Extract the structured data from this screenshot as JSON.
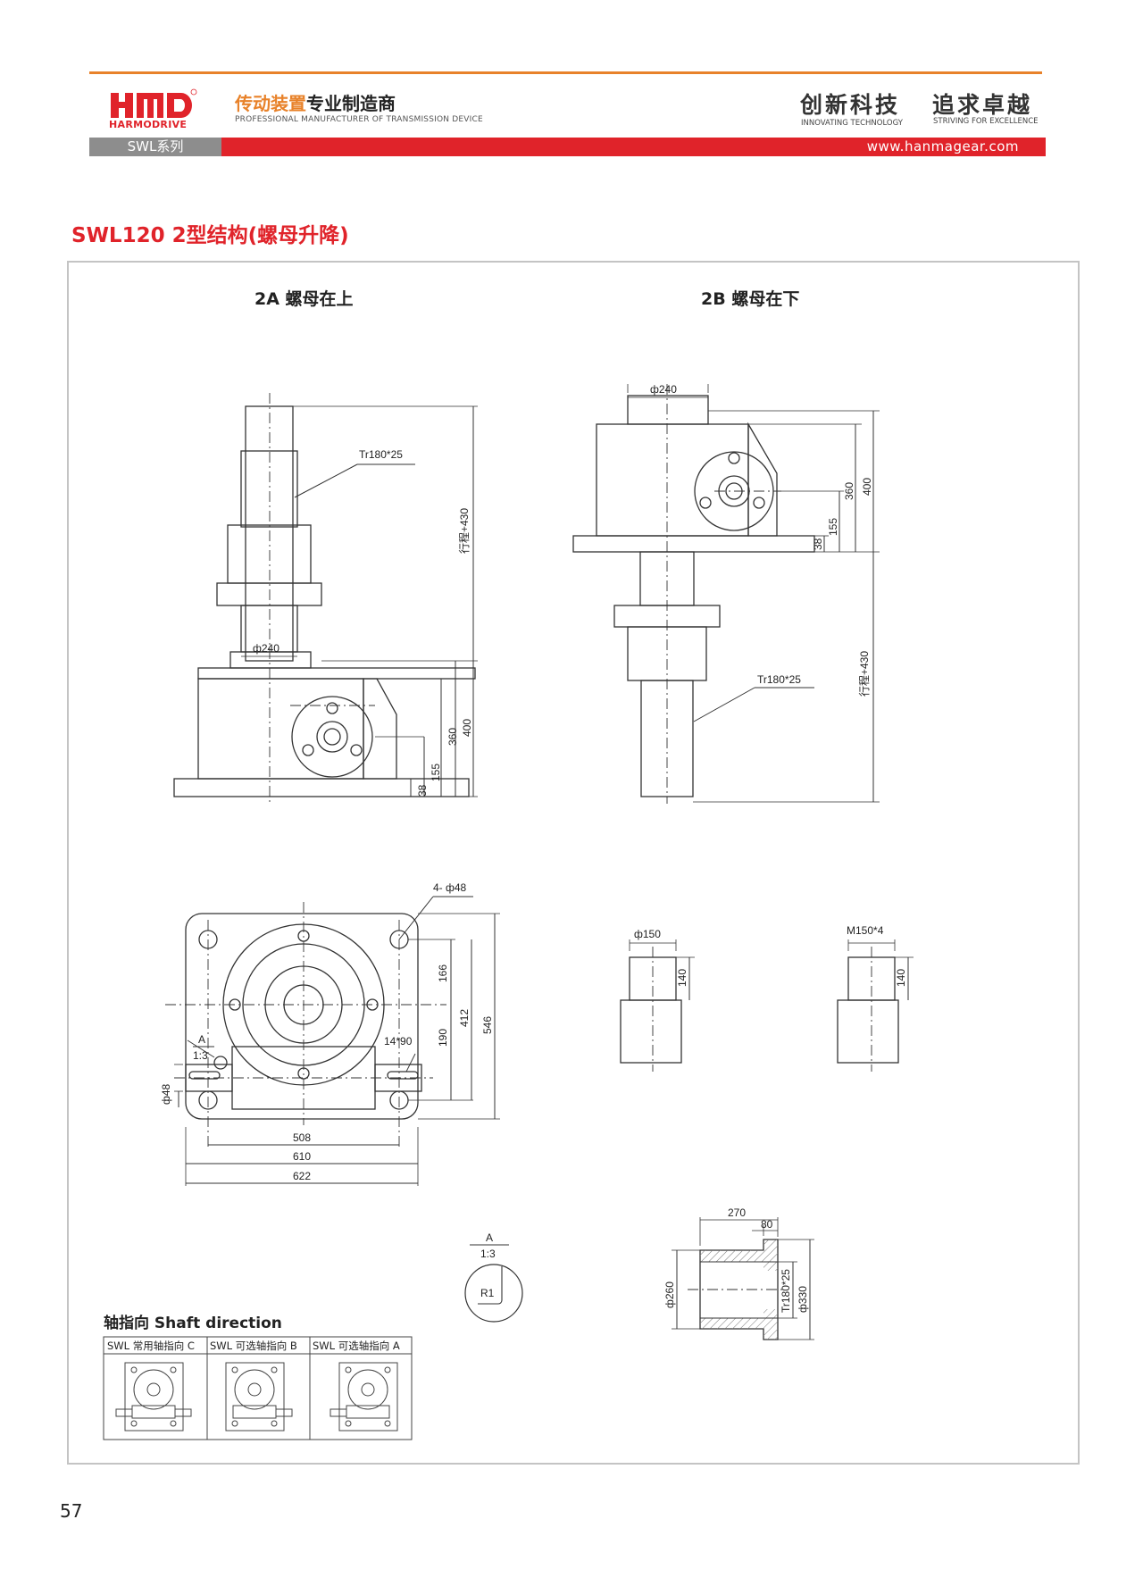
{
  "header": {
    "logo_sub": "HARMODRIVE",
    "tagline_cn_a": "传动装置",
    "tagline_cn_b": "专业制造商",
    "tagline_en": "PROFESSIONAL MANUFACTURER OF TRANSMISSION DEVICE",
    "slogan1": "创新科技",
    "slogan1_en": "INNOVATING TECHNOLOGY",
    "slogan2": "追求卓越",
    "slogan2_en": "STRIVING FOR EXCELLENCE",
    "series": "SWL系列",
    "website": "www.hanmagear.com",
    "colors": {
      "accent_orange": "#e8822a",
      "brand_red": "#e0232a",
      "tab_gray": "#8d8d8d"
    }
  },
  "page": {
    "title": "SWL120  2型结构(螺母升降)",
    "number": "57"
  },
  "view_2a": {
    "title": "2A 螺母在上",
    "thread": "Tr180*25",
    "dia": "ф240",
    "stroke": "行程+430",
    "h360": "360",
    "h400": "400",
    "h155": "155",
    "h38": "38"
  },
  "view_2b": {
    "title": "2B 螺母在下",
    "thread": "Tr180*25",
    "dia": "ф240",
    "stroke": "行程+430",
    "h360": "360",
    "h400": "400",
    "h155": "155",
    "h38": "38"
  },
  "plan_view": {
    "holes": "4- ф48",
    "d166": "166",
    "d190": "190",
    "d412": "412",
    "d546": "546",
    "key": "14*90",
    "detail": "A",
    "scale": "1:3",
    "shaft_dia": "ф48",
    "w508": "508",
    "w610": "610",
    "w622": "622"
  },
  "shaft_ends": {
    "left_dia": "ф150",
    "left_h": "140",
    "right_thread": "M150*4",
    "right_h": "140"
  },
  "detail_a": {
    "label": "A",
    "scale": "1:3",
    "radius": "R1"
  },
  "nut_section": {
    "w270": "270",
    "w80": "80",
    "d260": "ф260",
    "thread": "Tr180*25",
    "d330": "ф330"
  },
  "shaft_direction": {
    "title": "轴指向  Shaft direction",
    "cells": [
      {
        "label": "SWL 常用轴指向 C"
      },
      {
        "label": "SWL 可选轴指向 B"
      },
      {
        "label": "SWL 可选轴指向 A"
      }
    ]
  }
}
